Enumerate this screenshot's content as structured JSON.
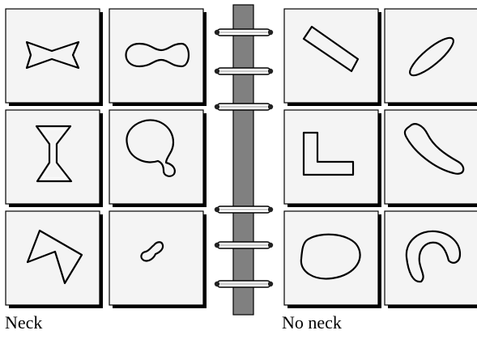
{
  "labels": {
    "left": "Neck",
    "right": "No neck"
  },
  "groups": [
    {
      "id": "neck",
      "shapes": [
        "bowtie",
        "peanut",
        "hourglass",
        "lollipop-blob",
        "bent-quad",
        "small-blob"
      ]
    },
    {
      "id": "no-neck",
      "shapes": [
        "tilted-rectangle",
        "tilted-ellipse",
        "l-shape",
        "banana",
        "oval",
        "crescent-hook"
      ]
    }
  ],
  "rings": {
    "count": 6
  },
  "colors": {
    "background": "#ffffff",
    "card": "#f4f4f4",
    "spine": "#808080",
    "outline": "#000000"
  }
}
